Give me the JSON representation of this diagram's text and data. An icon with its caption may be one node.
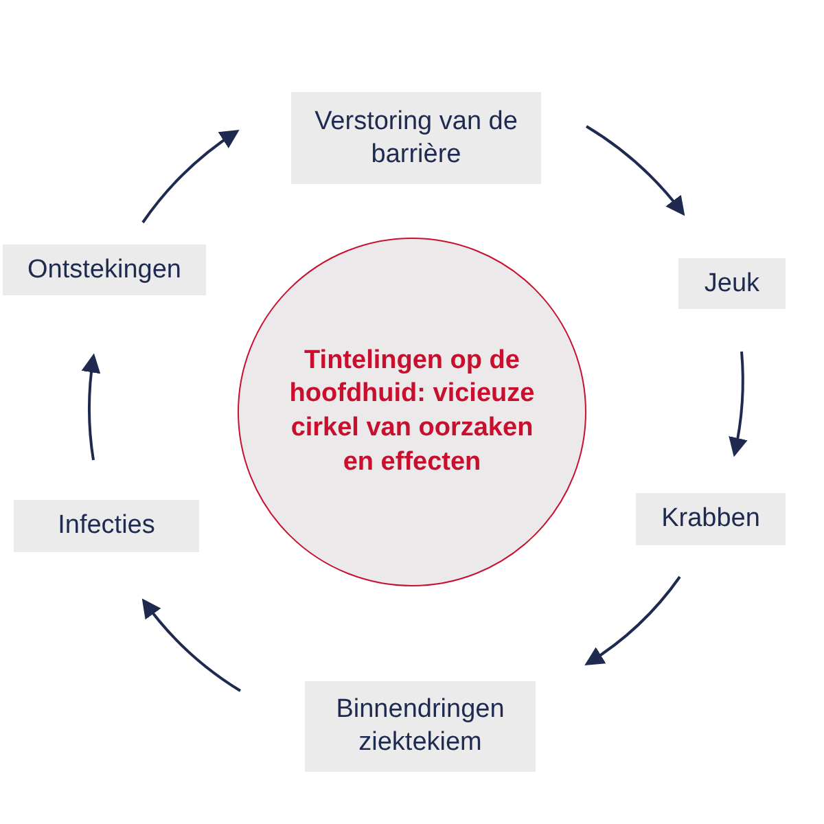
{
  "diagram": {
    "nodes": [
      {
        "text": [
          "Tintelingen op de hoofdhuid: vicieuze cirkel van oorzaken en effecten"
        ]
      },
      {
        "text": [
          "Verstoring van de barrière"
        ]
      },
      {
        "text": [
          "Jeuk"
        ]
      },
      {
        "text": [
          "Krabben"
        ]
      },
      {
        "text": [
          "Binnendringen ziektekiem"
        ]
      },
      {
        "text": [
          "Infecties"
        ]
      },
      {
        "text": [
          "Ontstekingen"
        ]
      }
    ],
    "edges": [
      {
        "from": 1,
        "to": 2,
        "arrow": "to"
      },
      {
        "from": 2,
        "to": 3,
        "arrow": "to"
      },
      {
        "from": 3,
        "to": 4,
        "arrow": "to"
      },
      {
        "from": 4,
        "to": 5,
        "arrow": "to"
      },
      {
        "from": 5,
        "to": 6,
        "arrow": "to"
      },
      {
        "from": 6,
        "to": 1,
        "arrow": "to"
      }
    ]
  }
}
